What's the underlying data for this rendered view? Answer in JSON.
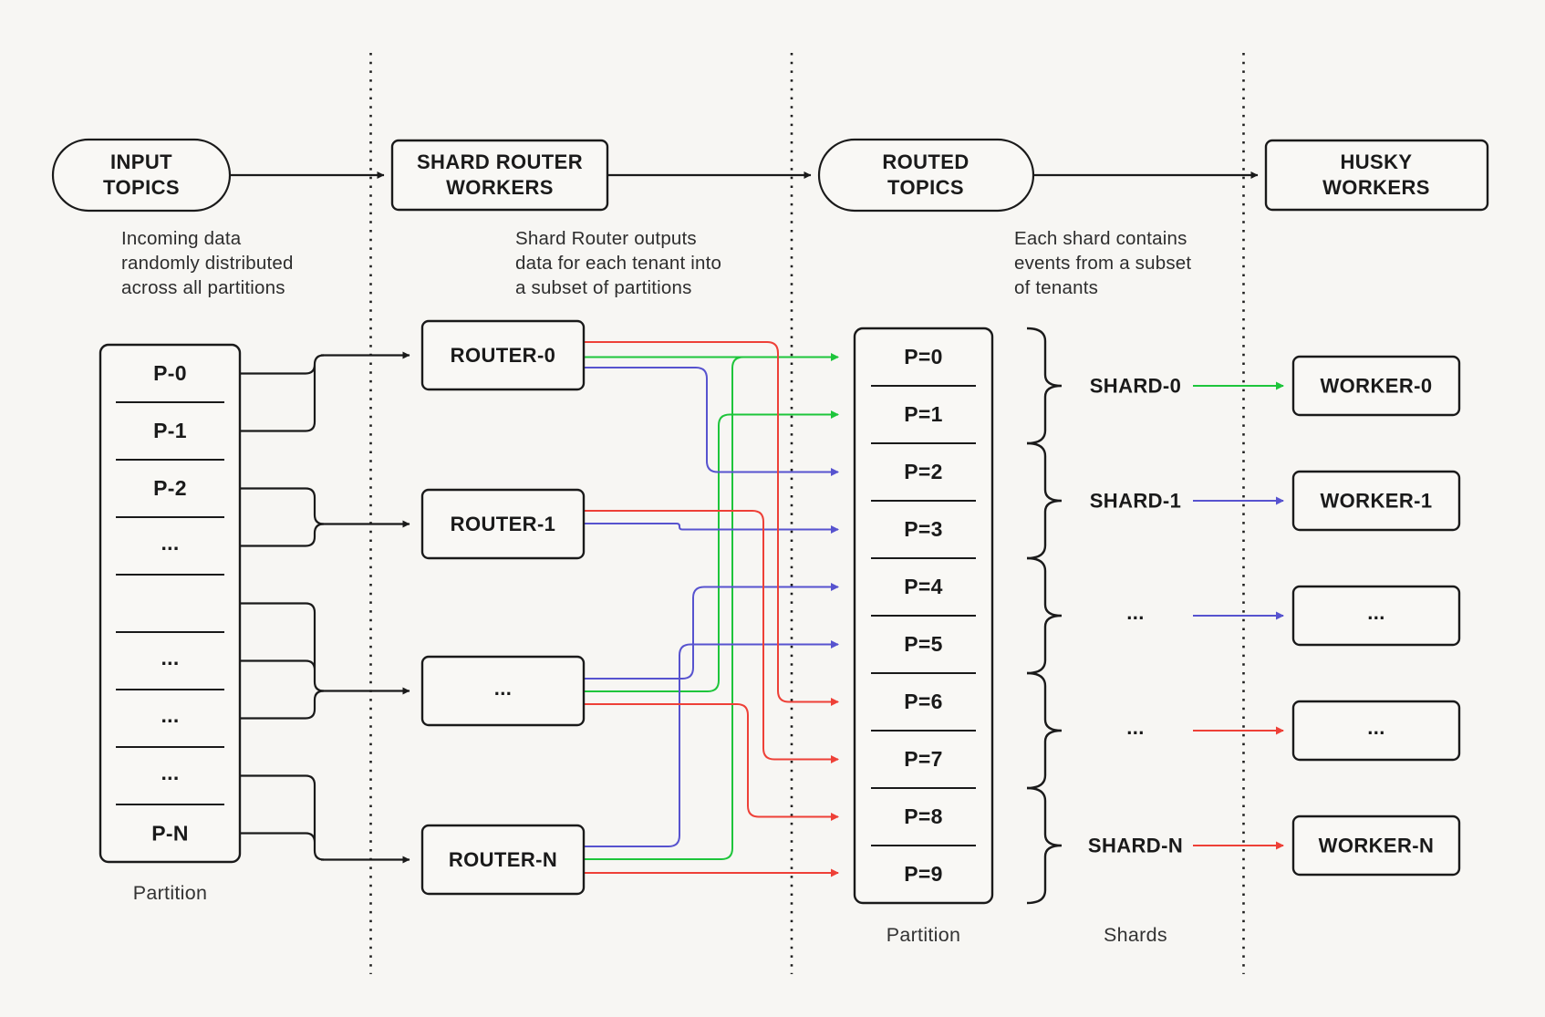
{
  "header": {
    "input_topics": {
      "line1": "INPUT",
      "line2": "TOPICS"
    },
    "shard_router_workers": {
      "line1": "SHARD ROUTER",
      "line2": "WORKERS"
    },
    "routed_topics": {
      "line1": "ROUTED",
      "line2": "TOPICS"
    },
    "husky_workers": {
      "line1": "HUSKY",
      "line2": "WORKERS"
    }
  },
  "captions": {
    "input": [
      "Incoming data",
      "randomly distributed",
      "across all partitions"
    ],
    "shard_router": [
      "Shard Router outputs",
      "data for each tenant into",
      "a subset of partitions"
    ],
    "routed": [
      "Each shard contains",
      "events from a subset",
      "of tenants"
    ]
  },
  "input_partitions": {
    "rows": [
      "P-0",
      "P-1",
      "P-2",
      "...",
      "",
      "...",
      "...",
      "...",
      "P-N"
    ],
    "label": "Partition"
  },
  "routers": {
    "items": [
      "ROUTER-0",
      "ROUTER-1",
      "...",
      "ROUTER-N"
    ]
  },
  "routed_partitions": {
    "rows": [
      "P=0",
      "P=1",
      "P=2",
      "P=3",
      "P=4",
      "P=5",
      "P=6",
      "P=7",
      "P=8",
      "P=9"
    ],
    "label": "Partition"
  },
  "shards": {
    "items": [
      "SHARD-0",
      "SHARD-1",
      "...",
      "...",
      "SHARD-N"
    ],
    "label": "Shards"
  },
  "workers": {
    "items": [
      "WORKER-0",
      "WORKER-1",
      "...",
      "...",
      "WORKER-N"
    ]
  },
  "colors": {
    "green": "#1ec53b",
    "blue": "#5753cf",
    "red": "#ee4037",
    "line": "#1a1a1a",
    "background": "#f7f6f3"
  }
}
